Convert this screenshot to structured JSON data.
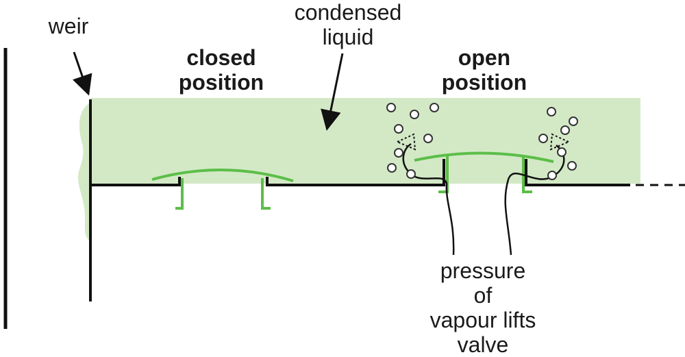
{
  "labels": {
    "weir": "weir",
    "condensed_liquid": [
      "condensed",
      "liquid"
    ],
    "closed_position": [
      "closed",
      "position"
    ],
    "open_position": [
      "open",
      "position"
    ],
    "pressure_note": [
      "pressure",
      "of",
      "vapour lifts",
      "valve"
    ]
  },
  "colors": {
    "liquid_fill": "#d3e9c6",
    "valve_green": "#5cbe48",
    "line_dark": "#111111",
    "bubble_stroke": "#333333"
  }
}
